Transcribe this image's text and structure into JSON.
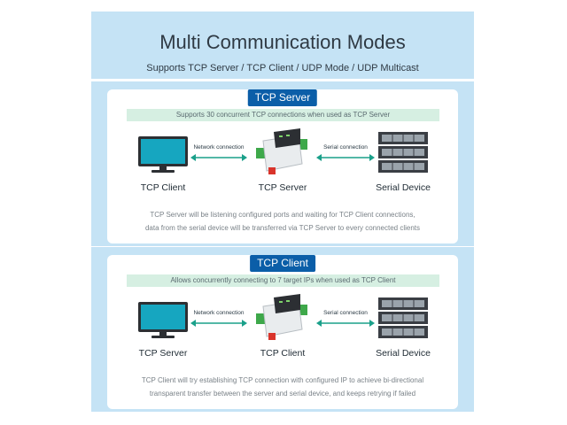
{
  "header": {
    "title": "Multi Communication Modes",
    "subtitle": "Supports TCP Server / TCP Client / UDP Mode / UDP Multicast"
  },
  "sections": [
    {
      "badge": "TCP Server",
      "note": "Supports 30 concurrent TCP connections when used as TCP Server",
      "left_link": "Network connection",
      "right_link": "Serial connection",
      "devices": [
        "TCP Client",
        "TCP Server",
        "Serial Device"
      ],
      "desc_line1": "TCP Server will be listening configured ports and waiting for TCP Client connections,",
      "desc_line2": "data from the serial device will be transferred via TCP Server to every connected clients"
    },
    {
      "badge": "TCP Client",
      "note": "Allows concurrently connecting to 7 target IPs when used as TCP Client",
      "left_link": "Network connection",
      "right_link": "Serial connection",
      "devices": [
        "TCP Server",
        "TCP Client",
        "Serial Device"
      ],
      "desc_line1": "TCP Client will try establishing TCP connection with configured IP to achieve bi-directional",
      "desc_line2": "transparent transfer between the server and serial device, and keeps retrying if failed"
    }
  ],
  "colors": {
    "band": "#c5e3f5",
    "badge": "#0b5ea8",
    "note_bg": "#d6efe2",
    "arrow": "#1aa08a"
  },
  "icons": {
    "left": "monitor-icon",
    "middle": "gateway-module-icon",
    "right": "server-rack-icon"
  }
}
